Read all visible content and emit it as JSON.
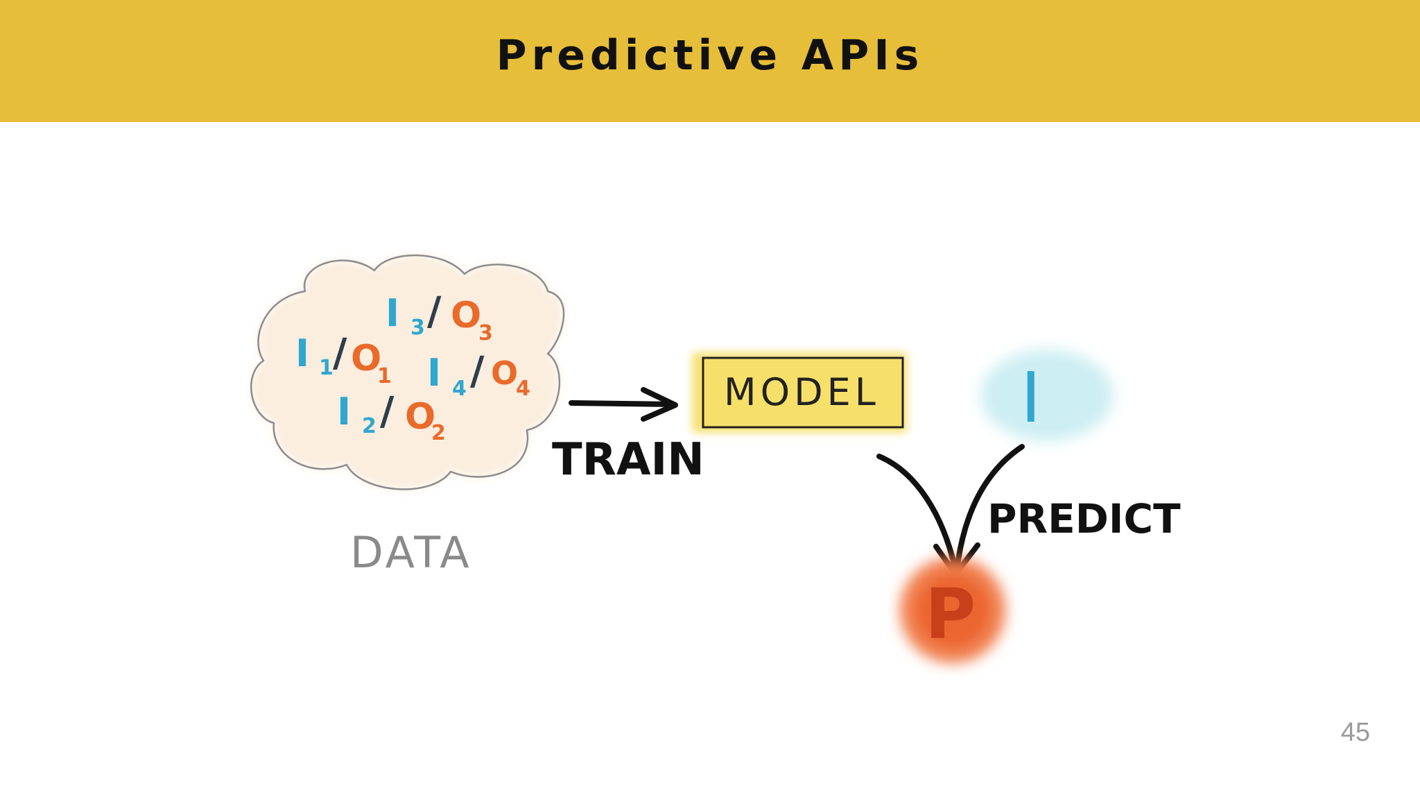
{
  "slide": {
    "title": "Predictive APIs",
    "page_number": "45"
  },
  "diagram": {
    "data_label": "DATA",
    "pairs": [
      {
        "input": "I",
        "input_sub": "3",
        "output": "O",
        "output_sub": "3"
      },
      {
        "input": "I",
        "input_sub": "1",
        "output": "O",
        "output_sub": "1"
      },
      {
        "input": "I",
        "input_sub": "4",
        "output": "O",
        "output_sub": "4"
      },
      {
        "input": "I",
        "input_sub": "2",
        "output": "O",
        "output_sub": "2"
      }
    ],
    "pair_separator": "/",
    "train_label": "TRAIN",
    "model_label": "MODEL",
    "input_label": "I",
    "predict_label": "PREDICT",
    "prediction_label": "P",
    "colors": {
      "header": "#e6be3a",
      "input_blue": "#2fa7cf",
      "output_orange": "#e96a2a",
      "model_fill": "#f5dc5c",
      "cloud_fill": "#fbeedf",
      "input_blob": "#cdeef3",
      "prediction_blob": "#f07a4a"
    }
  }
}
